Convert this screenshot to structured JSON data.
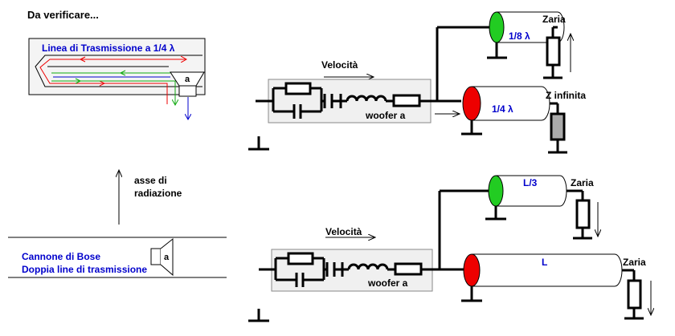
{
  "title": "Da verificare...",
  "tl_box": {
    "label": "Linea di Trasmissione a 1/4 λ",
    "driver": "a"
  },
  "axis": {
    "label_line1": "asse di",
    "label_line2": "radiazione"
  },
  "bose": {
    "line1": "Cannone di Bose",
    "line2": "Doppia line di trasmissione",
    "driver": "a"
  },
  "top_circuit": {
    "velocity": "Velocità",
    "woofer": "woofer a",
    "pipe_short": "1/8 λ",
    "pipe_long": "1/4 λ",
    "load_short": "Zaria",
    "load_long": "Z infinita"
  },
  "bottom_circuit": {
    "velocity": "Velocità",
    "woofer": "woofer a",
    "pipe_short": "L/3",
    "pipe_long": "L",
    "load_short": "Zaria",
    "load_long": "Zaria"
  },
  "colors": {
    "blue_text": "#0000cc",
    "red_marker": "#ee0000",
    "green_marker": "#22cc22",
    "box_fill": "#f0f0f0",
    "load_gray": "#aaaaaa"
  }
}
